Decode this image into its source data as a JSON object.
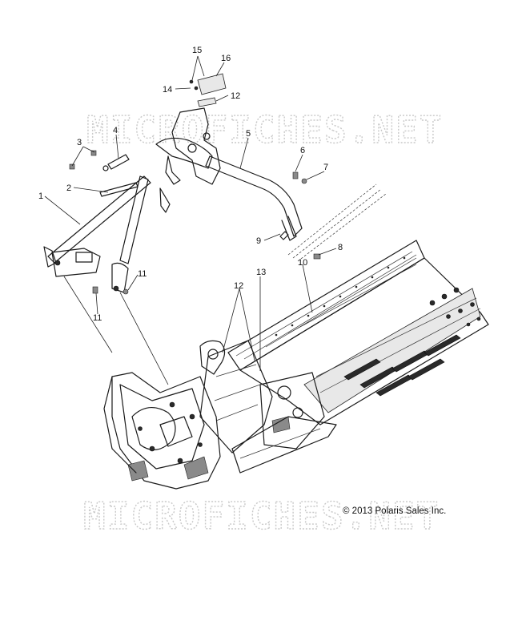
{
  "watermark": {
    "top": "MICROFICHES.NET",
    "bottom": "MICROFICHES.NET"
  },
  "copyright": "© 2013 Polaris Sales Inc.",
  "callouts": [
    "15",
    "16",
    "14",
    "12",
    "4",
    "5",
    "3",
    "6",
    "7",
    "2",
    "1",
    "9",
    "8",
    "10",
    "11",
    "13",
    "12",
    "11"
  ],
  "colors": {
    "line": "#1a1a1a",
    "watermark": "#c9c9c9",
    "background": "#ffffff"
  }
}
